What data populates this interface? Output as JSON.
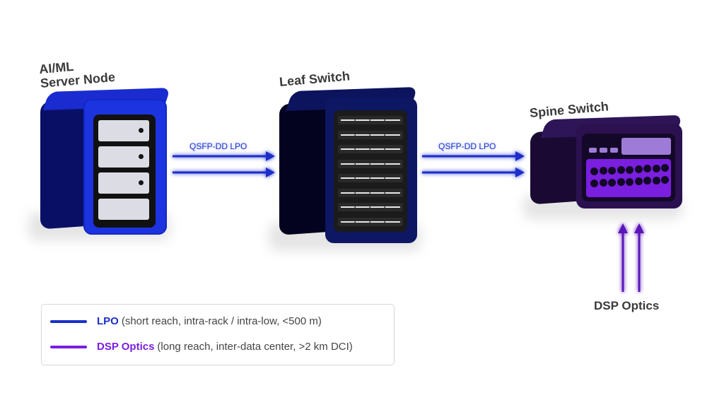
{
  "colors": {
    "lpo": "#1a2fc9",
    "dsp": "#7a1ee0",
    "label_text": "#3a3a3a",
    "legend_text": "#444444"
  },
  "nodes": {
    "server": {
      "label_line1": "AI/ML",
      "label_line2": "Server Node",
      "drive_count": 4
    },
    "leaf": {
      "label": "Leaf Switch",
      "port_rows": 8
    },
    "spine": {
      "label": "Spine Switch"
    }
  },
  "links": [
    {
      "from": "AI/ML Server Node",
      "to": "Leaf Switch",
      "label": "QSFP-DD LPO",
      "type": "lpo",
      "arrows": 2
    },
    {
      "from": "Leaf Switch",
      "to": "Spine Switch",
      "label": "QSFP-DD LPO",
      "type": "lpo",
      "arrows": 2
    },
    {
      "from": "DSP Optics",
      "to": "Spine Switch",
      "label": "DSP Optics",
      "type": "dsp",
      "arrows": 2
    }
  ],
  "legend": {
    "items": [
      {
        "key": "LPO",
        "desc": "(short reach, intra-rack / intra-low, <500 m)",
        "type": "lpo"
      },
      {
        "key": "DSP Optics",
        "desc": "(long reach, inter-data center, >2 km DCI)",
        "type": "dsp"
      }
    ]
  }
}
